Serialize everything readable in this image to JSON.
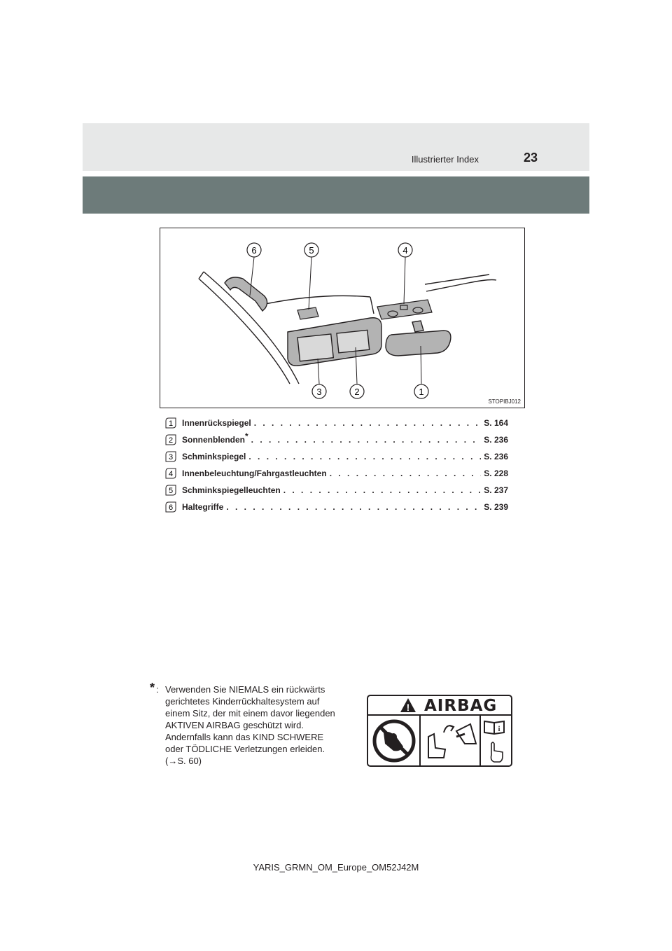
{
  "header": {
    "section_title": "Illustrierter Index",
    "page_number": "23"
  },
  "figure": {
    "code": "STOPIBJ012",
    "callouts": [
      "6",
      "5",
      "4",
      "3",
      "2",
      "1"
    ]
  },
  "index_items": [
    {
      "num": "1",
      "label": "Innenrückspiegel",
      "asterisk": "",
      "page": "S. 164"
    },
    {
      "num": "2",
      "label": "Sonnenblenden",
      "asterisk": "*",
      "page": "S. 236"
    },
    {
      "num": "3",
      "label": "Schminkspiegel",
      "asterisk": "",
      "page": "S. 236"
    },
    {
      "num": "4",
      "label": "Innenbeleuchtung/Fahrgastleuchten",
      "asterisk": "",
      "page": "S. 228"
    },
    {
      "num": "5",
      "label": "Schminkspiegelleuchten",
      "asterisk": "",
      "page": "S. 237"
    },
    {
      "num": "6",
      "label": "Haltegriffe",
      "asterisk": "",
      "page": "S. 239"
    }
  ],
  "dot_leader": ". . . . . . . . . . . . . . . . . . . . . . . . . . . . . . . . . . . . . . . . . . . . . . . . . . . . .",
  "footnote": {
    "star": "*",
    "colon": ":",
    "lines": [
      "Verwenden Sie NIEMALS ein rückwärts",
      "gerichtetes Kinderrückhaltesystem auf",
      "einem Sitz, der mit einem davor liegenden",
      "AKTIVEN AIRBAG geschützt wird.",
      "Andernfalls kann das KIND SCHWERE",
      "oder TÖDLICHE Verletzungen erleiden.",
      "(→S. 60)"
    ]
  },
  "airbag_label": {
    "title": "AIRBAG",
    "warning_symbol": "!",
    "icons": [
      "warning-triangle-icon",
      "no-rear-facing-child-seat-icon",
      "airbag-deploy-icon",
      "manual-book-icon",
      "pointing-hand-icon"
    ]
  },
  "footer": {
    "doc_id": "YARIS_GRMN_OM_Europe_OM52J42M"
  }
}
